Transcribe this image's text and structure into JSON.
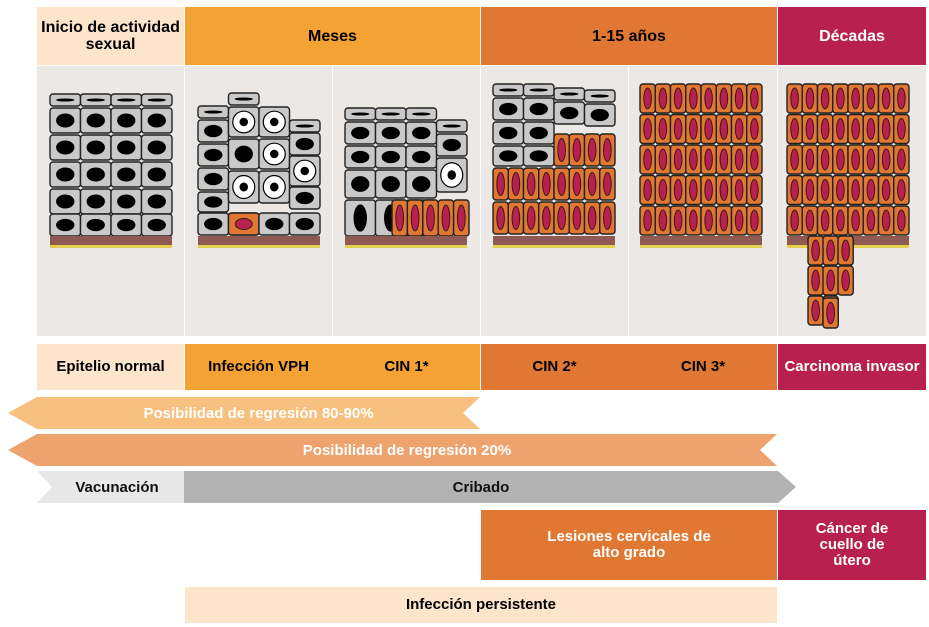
{
  "colors": {
    "light_peach": "#fde5cc",
    "orange_light": "#f4a233",
    "orange_dark": "#e07833",
    "crimson": "#b8214f",
    "panel_grey": "#ebe8e6",
    "cell_grey": "#c9c9c9",
    "cell_orange": "#e07833",
    "nucleus_red": "#b8214f",
    "basement": "#8f5a52",
    "basement_line": "#e3cf4f",
    "arrow1": "#f7c07e",
    "arrow2": "#eea26e",
    "arrow_grey": "#b3b3b3",
    "arrow_vacc": "#e8e8e8"
  },
  "header": {
    "col1": "Inicio de actividad sexual",
    "col2": "Meses",
    "col3": "1-15 años",
    "col4": "Décadas"
  },
  "stages": {
    "normal": "Epitelio normal",
    "vph": "Infección VPH",
    "cin1": "CIN 1*",
    "cin2": "CIN 2*",
    "cin3": "CIN 3*",
    "invasive": "Carcinoma invasor"
  },
  "arrows": {
    "regression_high": "Posibilidad de regresión 80-90%",
    "regression_low": "Posibilidad de regresión 20%",
    "vaccination": "Vacunación",
    "screening": "Cribado"
  },
  "bottom": {
    "high_grade": "Lesiones cervicales de alto grado",
    "cancer": "Cáncer de cuello de útero",
    "persistent": "Infección persistente"
  }
}
